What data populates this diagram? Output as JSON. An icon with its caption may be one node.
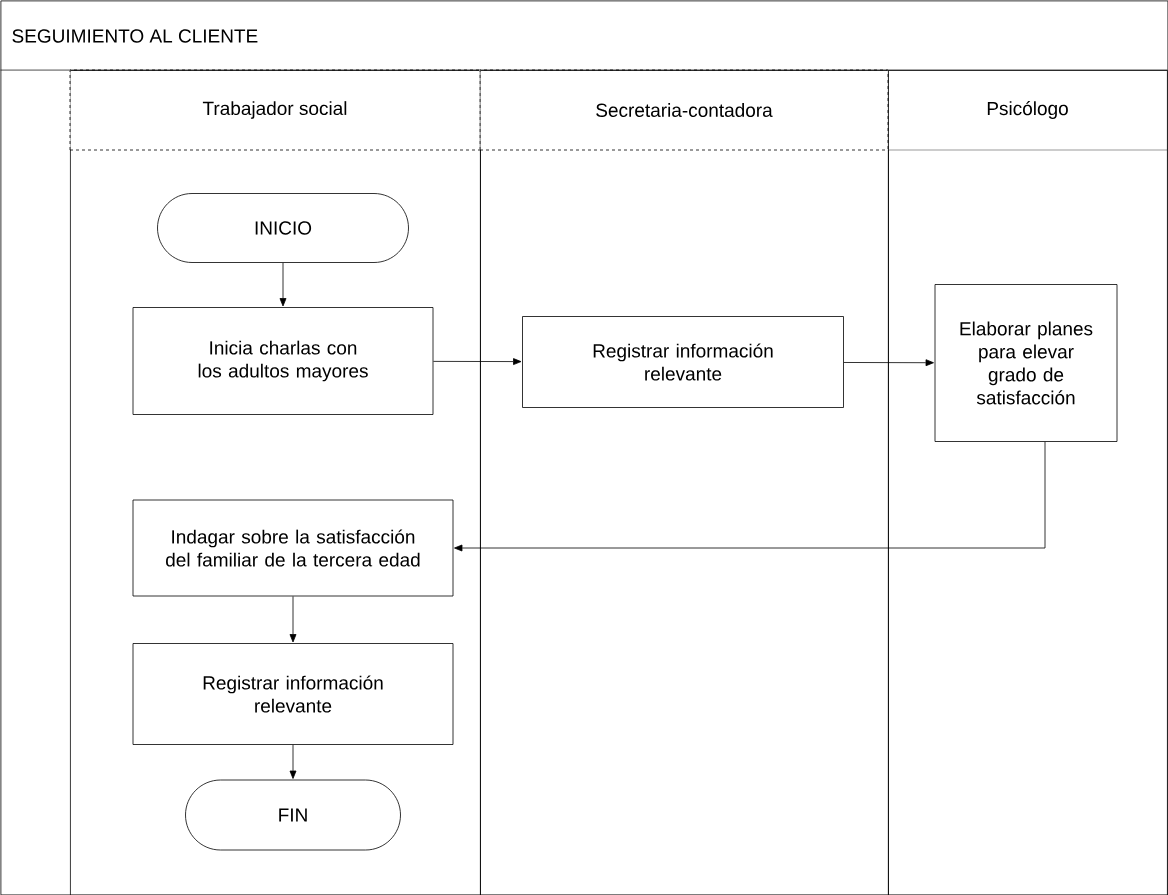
{
  "diagram": {
    "nodes": [
      {
        "text": [
          "SEGUIMIENTO AL CLIENTE"
        ]
      },
      {
        "text": [
          "Trabajador social"
        ],
        "in": 0
      },
      {
        "text": [
          "Secretaria-contadora"
        ],
        "in": 0
      },
      {
        "text": [
          "Psicólogo"
        ],
        "in": 0
      },
      {
        "text": [
          "INICIO"
        ],
        "in": 1
      },
      {
        "text": [
          "Inicia charlas con los adultos mayores"
        ],
        "in": 1
      },
      {
        "text": [
          "Registrar información relevante"
        ],
        "in": 2
      },
      {
        "text": [
          "Elaborar planes para elevar grado de satisfacción"
        ],
        "in": 3
      },
      {
        "text": [
          "Indagar sobre la satisfacción del familiar de la tercera edad"
        ],
        "in": 1
      },
      {
        "text": [
          "Registrar información relevante"
        ],
        "in": 1
      },
      {
        "text": [
          "FIN"
        ],
        "in": 1
      }
    ],
    "edges": [
      {
        "from": 4,
        "to": 5,
        "arrow": "to"
      },
      {
        "from": 5,
        "to": 6,
        "arrow": "to"
      },
      {
        "from": 6,
        "to": 7,
        "arrow": "to"
      },
      {
        "from": 7,
        "to": 8,
        "arrow": "to"
      },
      {
        "from": 8,
        "to": 9,
        "arrow": "to"
      },
      {
        "from": 9,
        "to": 10,
        "arrow": "to"
      }
    ]
  }
}
